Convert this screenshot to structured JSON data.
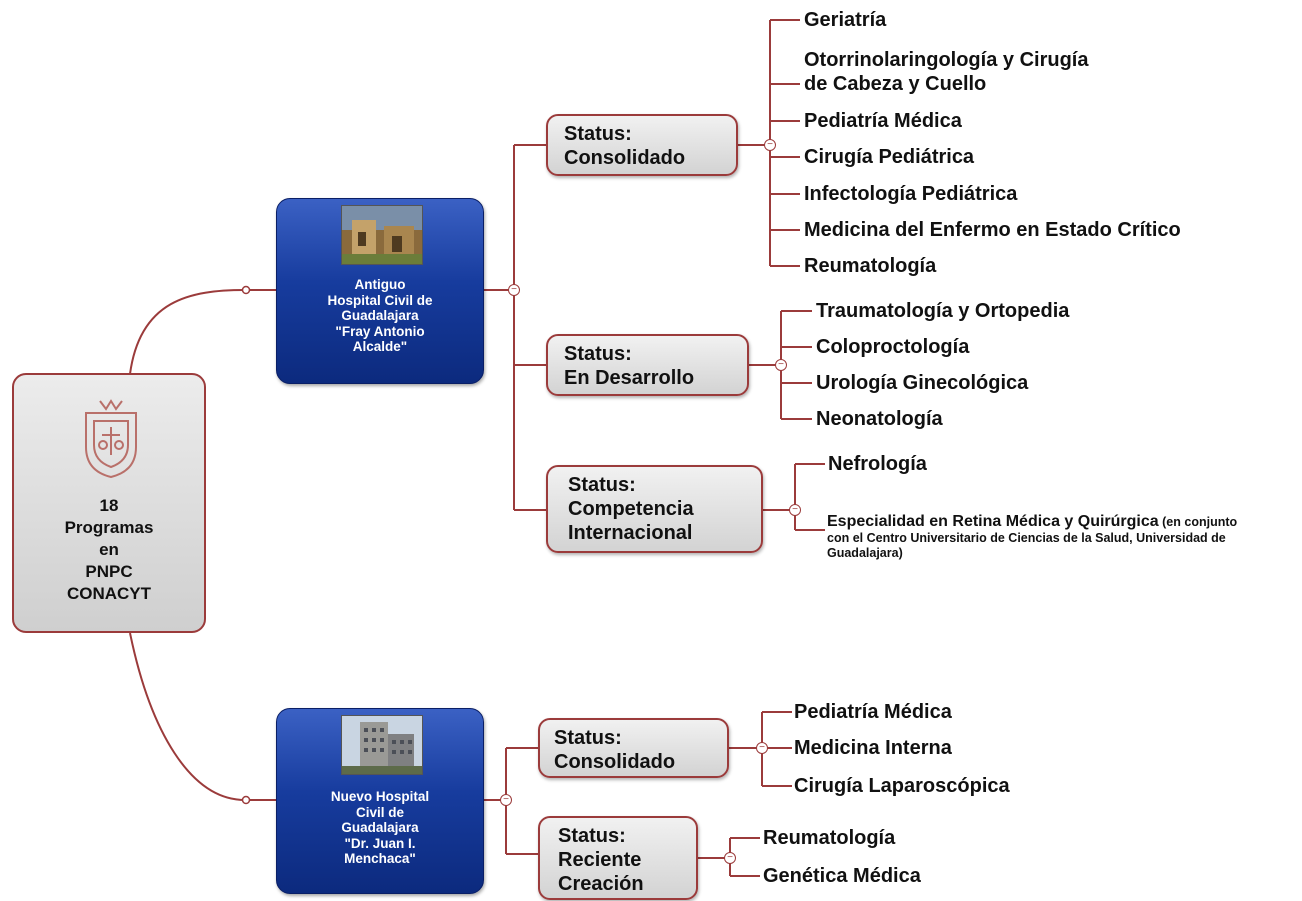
{
  "colors": {
    "connector": "#9b3b3b",
    "hospital_box": "#173c9e",
    "status_box": "#dcdcdc"
  },
  "root": {
    "label": "18\nProgramas\nen\nPNPC\nCONACYT",
    "icon": "university-crest-icon"
  },
  "hospitals": [
    {
      "name": "Antiguo\nHospital Civil de\nGuadalajara\n\"Fray Antonio\nAlcalde\"",
      "photo": "old-building-photo",
      "statuses": [
        {
          "label": "Status:\nConsolidado",
          "programs": [
            "Geriatría",
            "Otorrinolaringología y Cirugía\nde Cabeza y Cuello",
            "Pediatría Médica",
            "Cirugía Pediátrica",
            "Infectología Pediátrica",
            "Medicina del Enfermo en Estado Crítico",
            "Reumatología"
          ]
        },
        {
          "label": "Status:\nEn Desarrollo",
          "programs": [
            "Traumatología y Ortopedia",
            "Coloproctología",
            "Urología Ginecológica",
            "Neonatología"
          ]
        },
        {
          "label": "Status:\nCompetencia\nInternacional",
          "programs": [
            "Nefrología"
          ],
          "note_lead": "Especialidad en Retina Médica y Quirúrgica",
          "note_detail": " (en conjunto con el Centro Universitario de Ciencias de la Salud, Universidad de Guadalajara)"
        }
      ]
    },
    {
      "name": "Nuevo Hospital\nCivil de\nGuadalajara\n\"Dr. Juan I.\nMenchaca\"",
      "photo": "modern-building-photo",
      "statuses": [
        {
          "label": "Status:\nConsolidado",
          "programs": [
            "Pediatría Médica",
            "Medicina Interna",
            "Cirugía Laparoscópica"
          ]
        },
        {
          "label": "Status:\nReciente\nCreación",
          "programs": [
            "Reumatología",
            "Genética Médica"
          ]
        }
      ]
    }
  ]
}
